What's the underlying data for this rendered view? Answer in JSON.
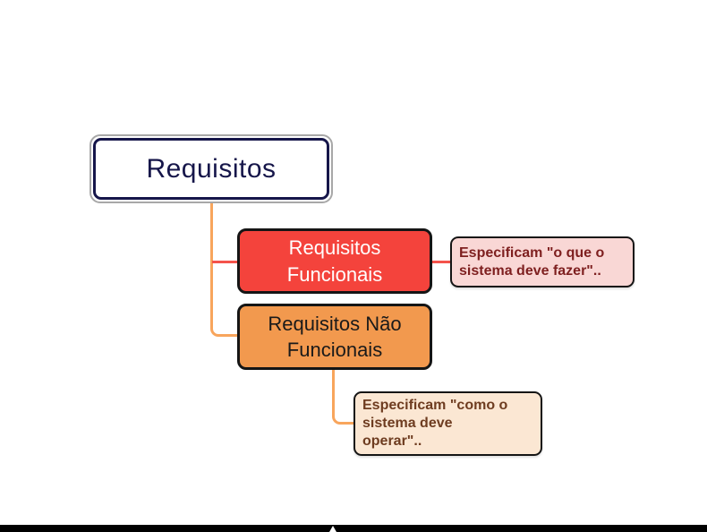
{
  "canvas": {
    "background": "#ffffff"
  },
  "mindmap": {
    "root": {
      "label": "Requisitos",
      "text_color": "#16164a",
      "border_color": "#16164a",
      "selection_ring_color": "#a8a8a8",
      "bg": "#ffffff"
    },
    "nodes": [
      {
        "id": "requisitos-funcionais",
        "label": "Requisitos\nFuncionais",
        "bg": "#f4433c",
        "text_color": "#ffffff",
        "border_color": "#151515"
      },
      {
        "id": "requisitos-nao-funcionais",
        "label": "Requisitos Não\nFuncionais",
        "bg": "#f2994e",
        "text_color": "#1a1a1a",
        "border_color": "#151515"
      }
    ],
    "notes": [
      {
        "id": "note-funcionais",
        "text": "Especificam \"o que o\nsistema deve fazer\"..",
        "bg": "#f9d7d5",
        "text_color": "#7e1f1f",
        "border_color": "#151515"
      },
      {
        "id": "note-nao-funcionais",
        "text": "Especificam \"como o\nsistema deve\noperar\"..",
        "bg": "#fbe7d3",
        "text_color": "#6e3c20",
        "border_color": "#151515"
      }
    ],
    "connectors": {
      "orange": "#f8a55c",
      "red": "#f4534b"
    }
  },
  "bottom_bar": {
    "bg": "#000000",
    "marker_color": "#ffffff"
  }
}
